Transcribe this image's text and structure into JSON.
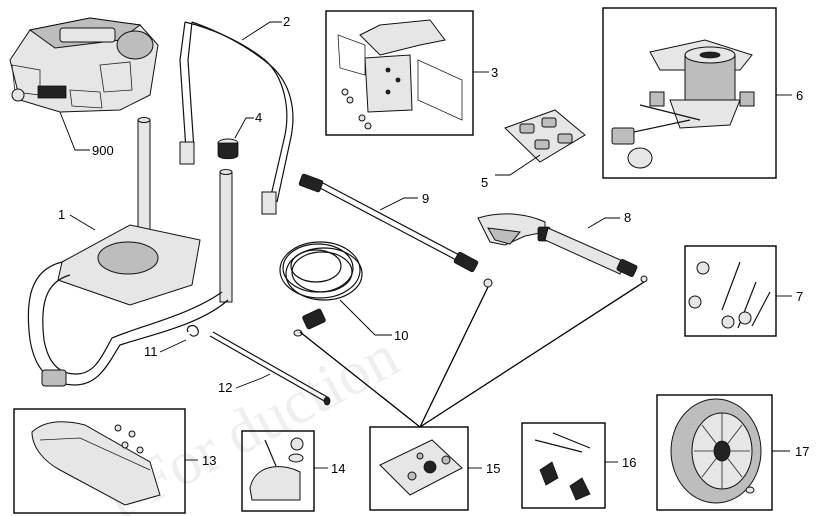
{
  "diagram": {
    "callouts": [
      {
        "id": "2",
        "label": "2"
      },
      {
        "id": "3",
        "label": "3"
      },
      {
        "id": "4",
        "label": "4"
      },
      {
        "id": "5",
        "label": "5"
      },
      {
        "id": "6",
        "label": "6"
      },
      {
        "id": "900",
        "label": "900"
      },
      {
        "id": "1",
        "label": "1"
      },
      {
        "id": "9",
        "label": "9"
      },
      {
        "id": "8",
        "label": "8"
      },
      {
        "id": "7",
        "label": "7"
      },
      {
        "id": "10",
        "label": "10"
      },
      {
        "id": "11",
        "label": "11"
      },
      {
        "id": "12",
        "label": "12"
      },
      {
        "id": "13",
        "label": "13"
      },
      {
        "id": "14",
        "label": "14"
      },
      {
        "id": "15",
        "label": "15"
      },
      {
        "id": "16",
        "label": "16"
      },
      {
        "id": "17",
        "label": "17"
      }
    ],
    "watermark": "t For  duction"
  }
}
